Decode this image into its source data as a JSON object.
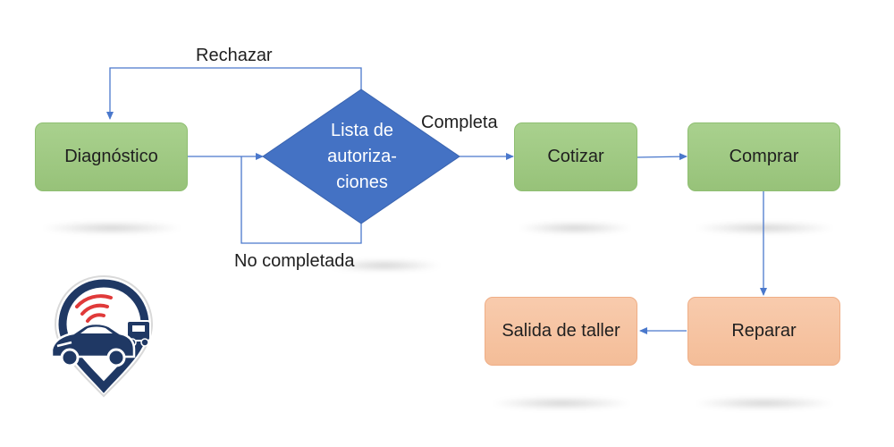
{
  "nodes": {
    "diagnostico": "Diagnóstico",
    "lista": [
      "Lista de",
      "autoriza-",
      "ciones"
    ],
    "cotizar": "Cotizar",
    "comprar": "Comprar",
    "reparar": "Reparar",
    "salida": "Salida de taller"
  },
  "edges": {
    "rechazar": "Rechazar",
    "completa": "Completa",
    "no_completada": "No completada"
  },
  "colors": {
    "process_green": "#a9d18e",
    "decision_blue": "#4472c4",
    "final_orange": "#f8cbad",
    "connector": "#4a78cc",
    "logo_navy": "#1f3864",
    "logo_red": "#e03a3a"
  },
  "logo": {
    "icon": "car-location-pin-logo"
  }
}
